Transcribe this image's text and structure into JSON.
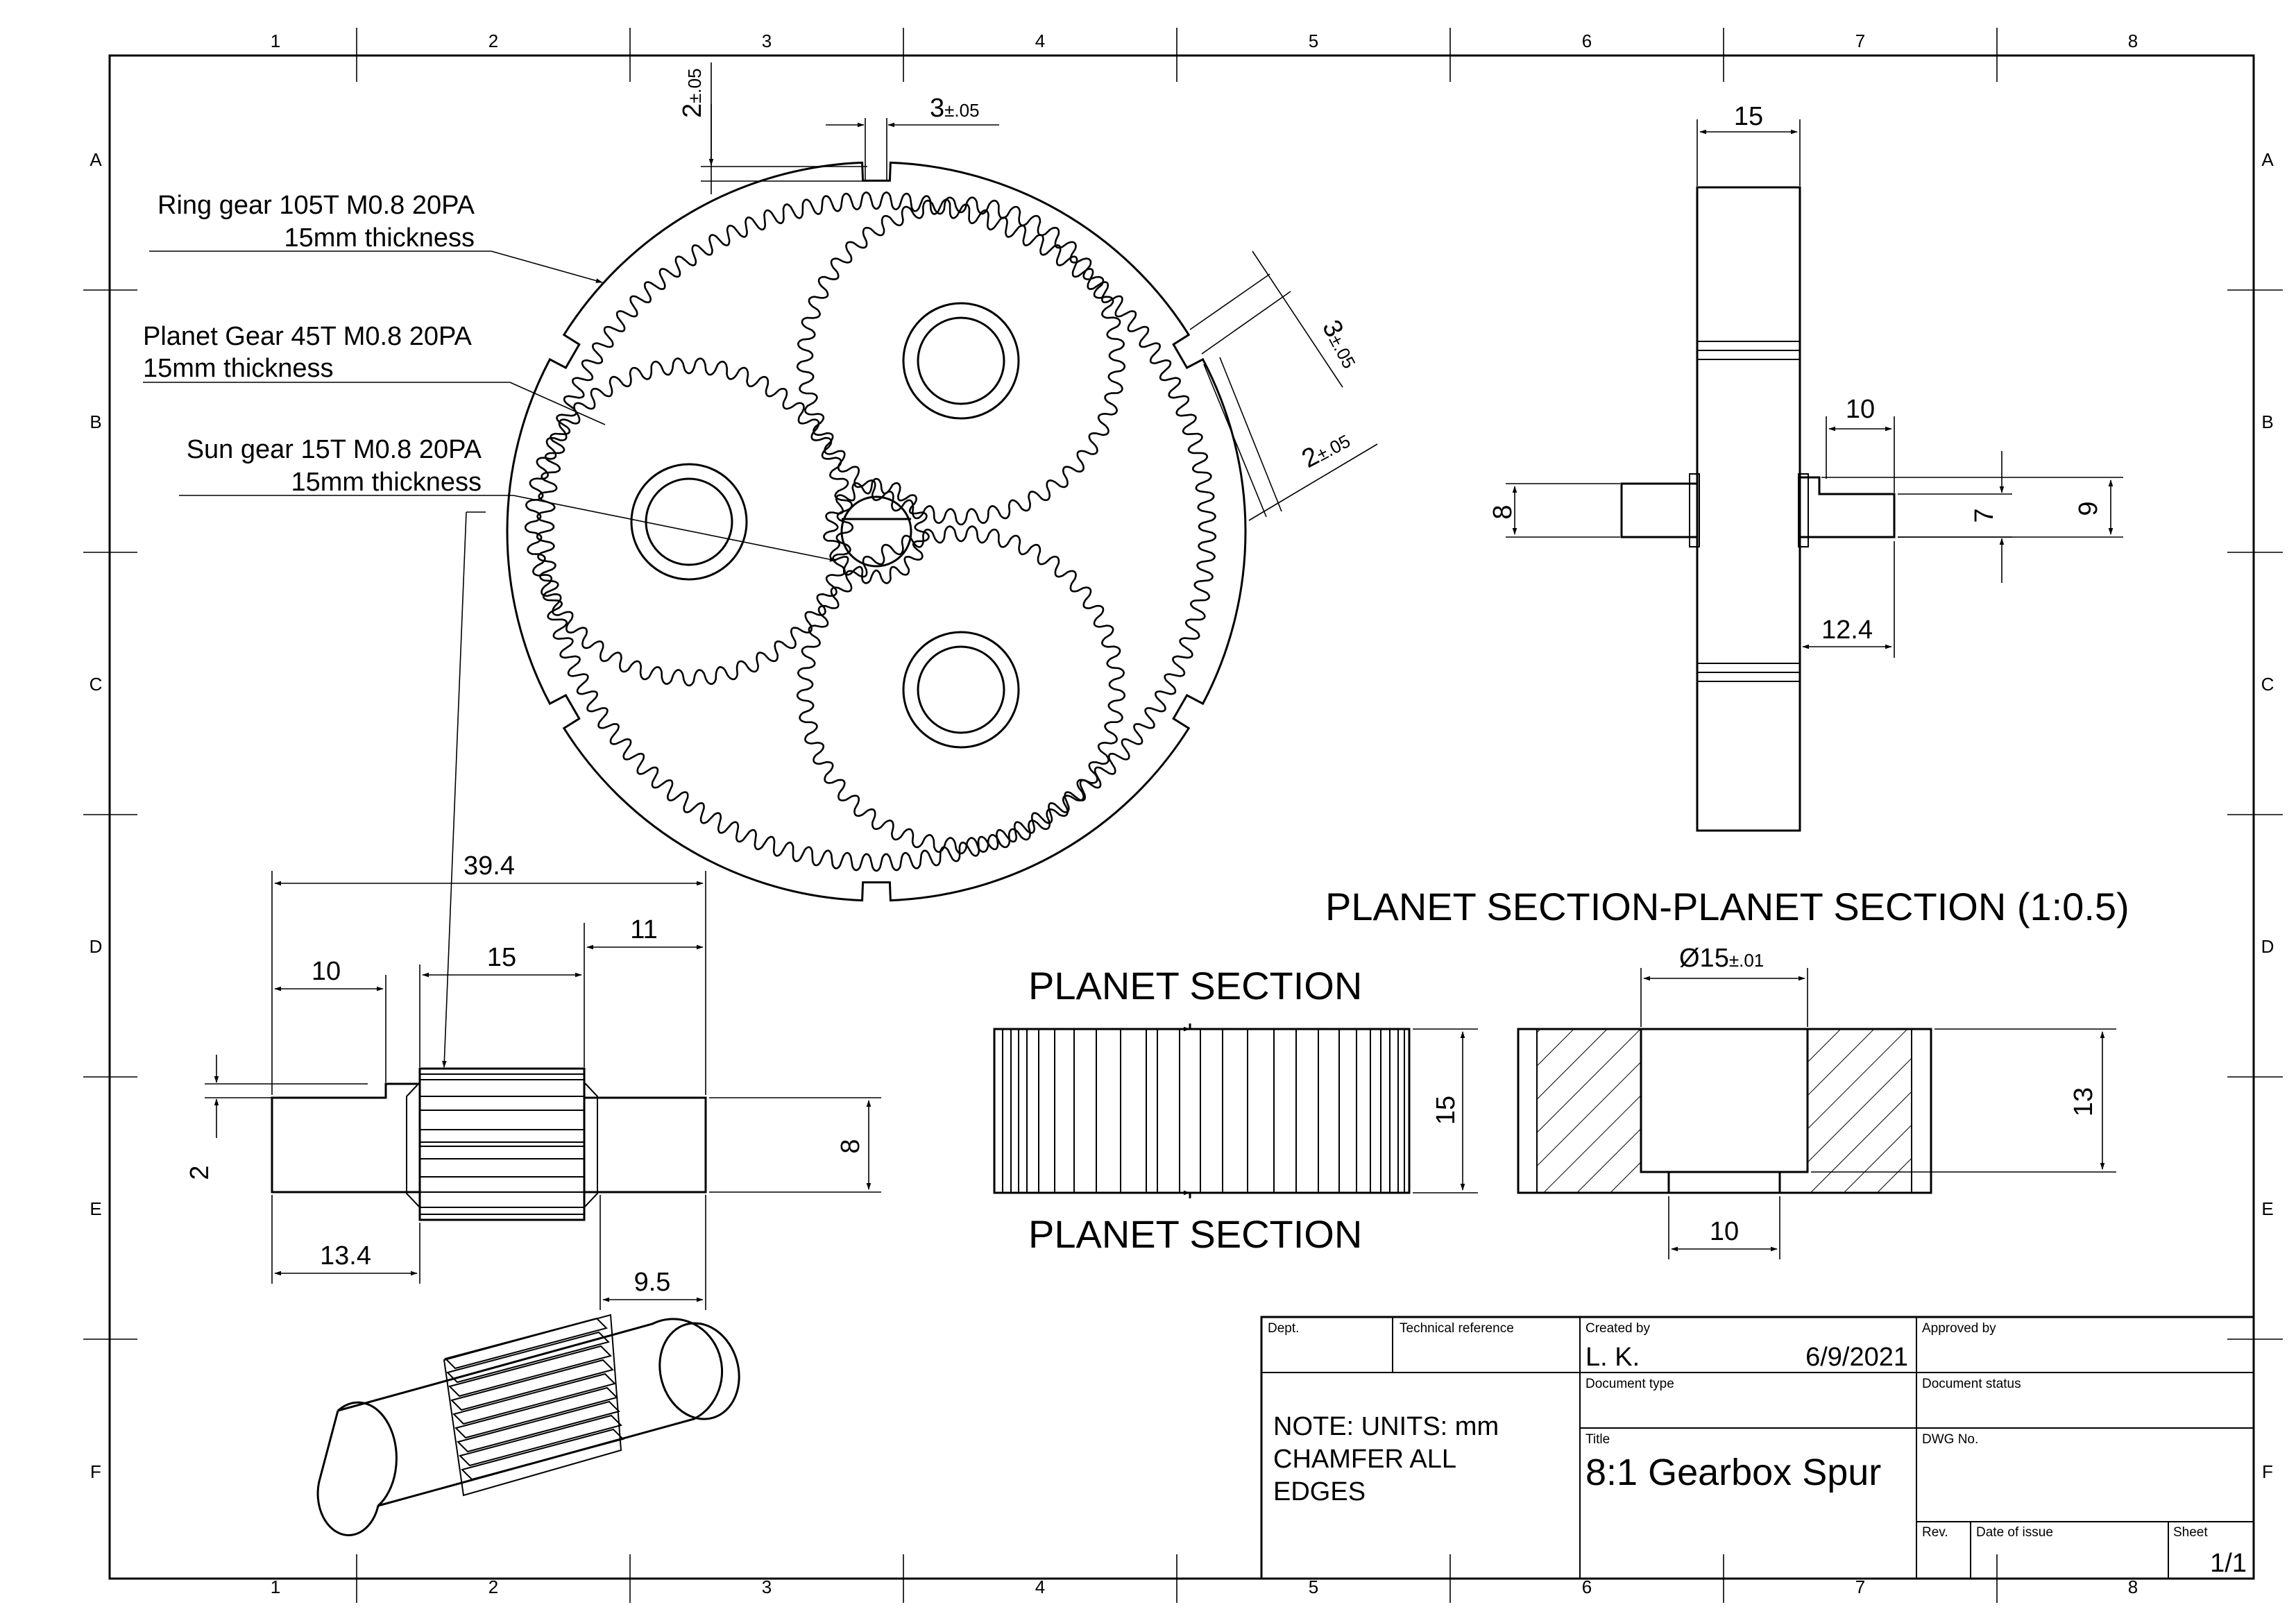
{
  "border": {
    "columns": [
      "1",
      "2",
      "3",
      "4",
      "5",
      "6",
      "7",
      "8"
    ],
    "rows": [
      "A",
      "B",
      "C",
      "D",
      "E",
      "F"
    ]
  },
  "callouts": {
    "ring": {
      "line1": "Ring gear 105T M0.8 20PA",
      "line2": "15mm thickness"
    },
    "planet": {
      "line1": "Planet Gear 45T M0.8 20PA",
      "line2": "15mm thickness"
    },
    "sun": {
      "line1": "Sun gear 15T M0.8 20PA",
      "line2": "15mm thickness"
    }
  },
  "gears": {
    "ring_teeth": 105,
    "planet_teeth": 45,
    "sun_teeth": 15
  },
  "dims": {
    "front_notch_depth": {
      "value": "2",
      "tol": "±.05"
    },
    "front_notch_width": {
      "value": "3",
      "tol": "±.05"
    },
    "right_notch_width": {
      "value": "3",
      "tol": "±.05"
    },
    "right_notch_depth": {
      "value": "2",
      "tol": "±.05"
    },
    "side_width": "15",
    "side_shaft_10": "10",
    "side_shaft_8": "8",
    "side_shaft_7": "7",
    "side_shaft_9": "9",
    "side_shaft_12_4": "12.4",
    "sun_total": "39.4",
    "sun_left": "10",
    "sun_gear_w": "15",
    "sun_right_top": "11",
    "sun_step": "2",
    "sun_dia": "8",
    "sun_13_4": "13.4",
    "sun_9_5": "9.5",
    "planet_thick": "15",
    "planet_bore": {
      "value": "Ø15",
      "tol": "±.01"
    },
    "planet_13": "13",
    "planet_10": "10"
  },
  "views": {
    "section_title": "PLANET SECTION-PLANET SECTION (1:0.5)",
    "section_top": "PLANET SECTION",
    "section_bottom": "PLANET SECTION"
  },
  "title_block": {
    "dept_label": "Dept.",
    "techref_label": "Technical reference",
    "created_label": "Created by",
    "created_value": "L. K.",
    "created_date": "6/9/2021",
    "approved_label": "Approved by",
    "doc_type_label": "Document type",
    "doc_status_label": "Document status",
    "note_line1": "NOTE: UNITS: mm",
    "note_line2": "CHAMFER ALL",
    "note_line3": "EDGES",
    "title_label": "Title",
    "title_value": "8:1 Gearbox Spur",
    "dwg_label": "DWG No.",
    "rev_label": "Rev.",
    "issue_label": "Date of issue",
    "sheet_label": "Sheet",
    "sheet_value": "1/1"
  }
}
